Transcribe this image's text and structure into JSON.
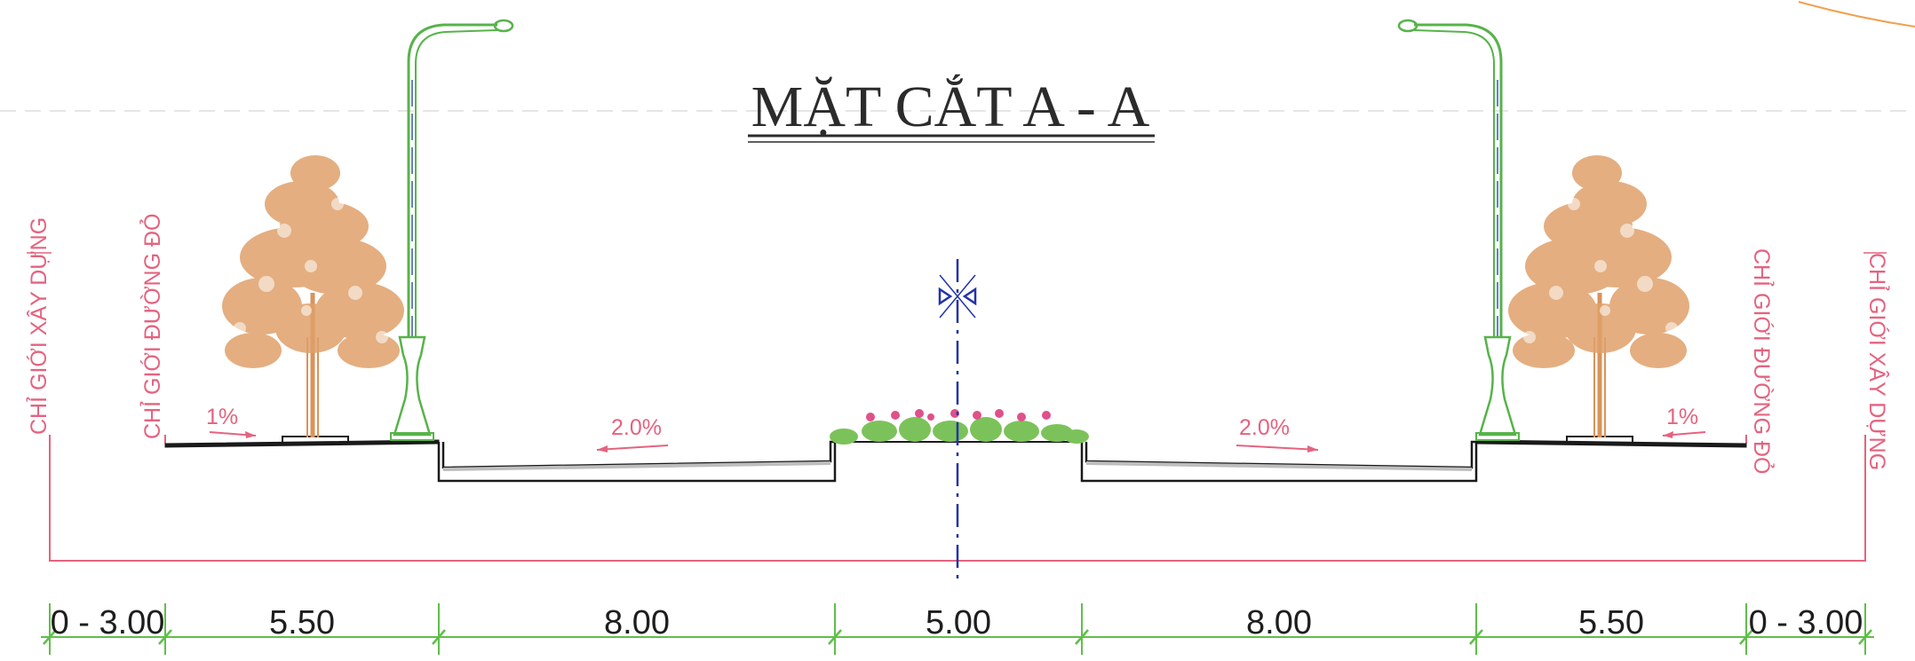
{
  "title": "MẶT CẮT A - A",
  "boundary_labels": {
    "left_construction": "CHỈ GIỚI XÂY DỰNG",
    "left_red_line": "CHỈ GIỚI ĐƯỜNG ĐỎ",
    "right_red_line": "CHỈ GIỚI ĐƯỜNG ĐỎ",
    "right_construction": "CHỈ GIỚI XÂY DỰNG"
  },
  "slopes": {
    "left_sidewalk": "1%",
    "left_carriageway": "2.0%",
    "right_carriageway": "2.0%",
    "right_sidewalk": "1%"
  },
  "dimensions": [
    {
      "label": "0 - 3.00"
    },
    {
      "label": "5.50"
    },
    {
      "label": "8.00"
    },
    {
      "label": "5.00"
    },
    {
      "label": "8.00"
    },
    {
      "label": "5.50"
    },
    {
      "label": "0 - 3.00"
    }
  ],
  "colors": {
    "dimension_line": "#5fbf4a",
    "annotation": "#e4637f",
    "axis": "#2233aa",
    "tree": "#d9935a",
    "lamp": "#57b34a",
    "road": "#1a1a1a"
  }
}
